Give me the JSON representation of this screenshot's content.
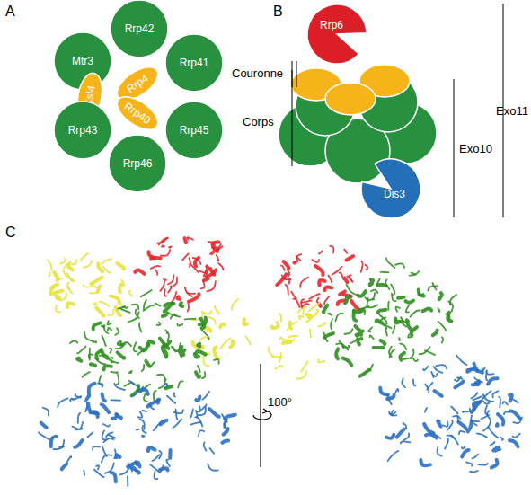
{
  "diagram": {
    "nodes": [
      {
        "text": [
          "Rrp42"
        ]
      },
      {
        "text": [
          "Mtr3"
        ]
      },
      {
        "text": [
          "Rrp41"
        ]
      },
      {
        "text": [
          "Rrp4"
        ]
      },
      {
        "text": [
          "Csl4"
        ]
      },
      {
        "text": [
          "Rrp40"
        ]
      },
      {
        "text": [
          "Rrp43"
        ]
      },
      {
        "text": [
          "Rrp45"
        ]
      },
      {
        "text": [
          "Rrp46"
        ]
      },
      {
        "text": [
          "Rrp6"
        ]
      },
      {
        "text": [
          "Dis3"
        ]
      }
    ],
    "labels": [
      "A",
      "B",
      "C",
      "Couronne",
      "Corps",
      "Exo10",
      "Exo11",
      "180°"
    ]
  }
}
